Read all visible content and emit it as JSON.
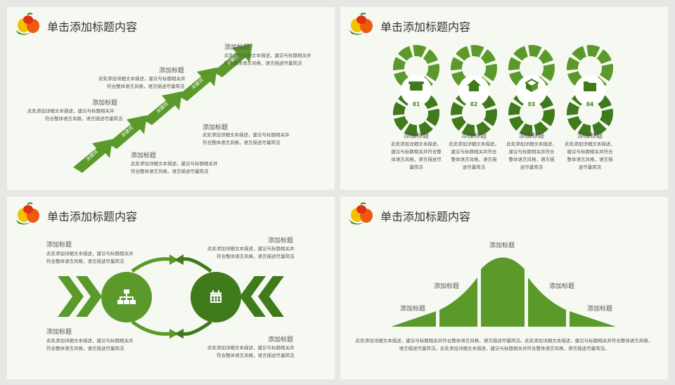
{
  "colors": {
    "dark": "#3f7a1b",
    "mid": "#5b9a2a",
    "light": "#76ad3e",
    "bg": "#f6f9f1"
  },
  "slides": [
    {
      "title": "单击添加标题内容",
      "arrow_labels": [
        "关键词",
        "关键词",
        "关键词",
        "关键词",
        "关键词"
      ],
      "items": [
        {
          "heading": "添加标题",
          "lines": [
            "此处添加详细文本描述，建议与标题相关并",
            "符合整体语言风格，语言描述尽量简洁"
          ]
        },
        {
          "heading": "添加标题",
          "lines": [
            "此处添加详细文本描述，建议与标题相关并",
            "符合整体语言风格，语言描述尽量简洁"
          ]
        },
        {
          "heading": "添加标题",
          "lines": [
            "此处添加详细文本描述，建议与标题相关并",
            "符合整体语言风格，语言描述尽量简洁"
          ]
        },
        {
          "heading": "添加标题",
          "lines": [
            "此处添加详细文本描述，建议与标题相关并",
            "符合整体语言风格，语言描述尽量简洁"
          ]
        },
        {
          "heading": "添加标题",
          "lines": [
            "此处添加详细文本描述，建议与标题相关并",
            "符合整体语言风格，语言描述尽量简洁"
          ]
        }
      ]
    },
    {
      "title": "单击添加标题内容",
      "badges": [
        {
          "icon": "telephone-icon",
          "num": "01"
        },
        {
          "icon": "home-icon",
          "num": "02"
        },
        {
          "icon": "box-icon",
          "num": "03"
        },
        {
          "icon": "folder-icon",
          "num": "04"
        }
      ],
      "items": [
        {
          "heading": "添加标题",
          "lines": [
            "此处添加详细文本描述，",
            "建议与标题相关并符合整",
            "体语言风格，语言描述尽",
            "量简洁"
          ]
        },
        {
          "heading": "添加标题",
          "lines": [
            "此处添加详细文本描述，",
            "建议与标题相关并符合",
            "整体语言风格，语言描",
            "述尽量简洁"
          ]
        },
        {
          "heading": "添加标题",
          "lines": [
            "此处添加详细文本描述，",
            "建议与标题相关并符合",
            "整体语言风格，语言描",
            "述尽量简洁"
          ]
        },
        {
          "heading": "添加标题",
          "lines": [
            "此处添加详细文本描述，",
            "建议与标题相关并符合",
            "整体语言风格，语言描",
            "述尽量简洁"
          ]
        }
      ]
    },
    {
      "title": "单击添加标题内容",
      "circles": [
        {
          "icon": "org-chart-icon"
        },
        {
          "icon": "calendar-icon"
        }
      ],
      "items": [
        {
          "heading": "添加标题",
          "lines": [
            "此处添加详细文本描述，建议与标题相关并",
            "符合整体语言风格，语言描述尽量简洁"
          ]
        },
        {
          "heading": "添加标题",
          "lines": [
            "此处添加详细文本描述，建议与标题相关并",
            "符合整体语言风格，语言描述尽量简洁"
          ]
        },
        {
          "heading": "添加标题",
          "lines": [
            "此处添加详细文本描述，建议与标题相关并",
            "符合整体语言风格，语言描述尽量简洁"
          ]
        },
        {
          "heading": "添加标题",
          "lines": [
            "此处添加详细文本描述，建议与标题相关并",
            "符合整体语言风格，语言描述尽量简洁"
          ]
        }
      ]
    },
    {
      "title": "单击添加标题内容",
      "labels": [
        "添加标题",
        "添加标题",
        "添加标题",
        "添加标题",
        "添加标题"
      ],
      "lines": [
        "此处添加详细文本描述，建议与标题相关并符合整体语言风格，语言描述尽量简洁。此处添加详细文本描述，建议与标题相关并符合整体语言风格，",
        "语言描述尽量简洁。此处添加详细文本描述，建议与标题相关并符合整体语言风格，语言描述尽量简洁。"
      ]
    }
  ]
}
